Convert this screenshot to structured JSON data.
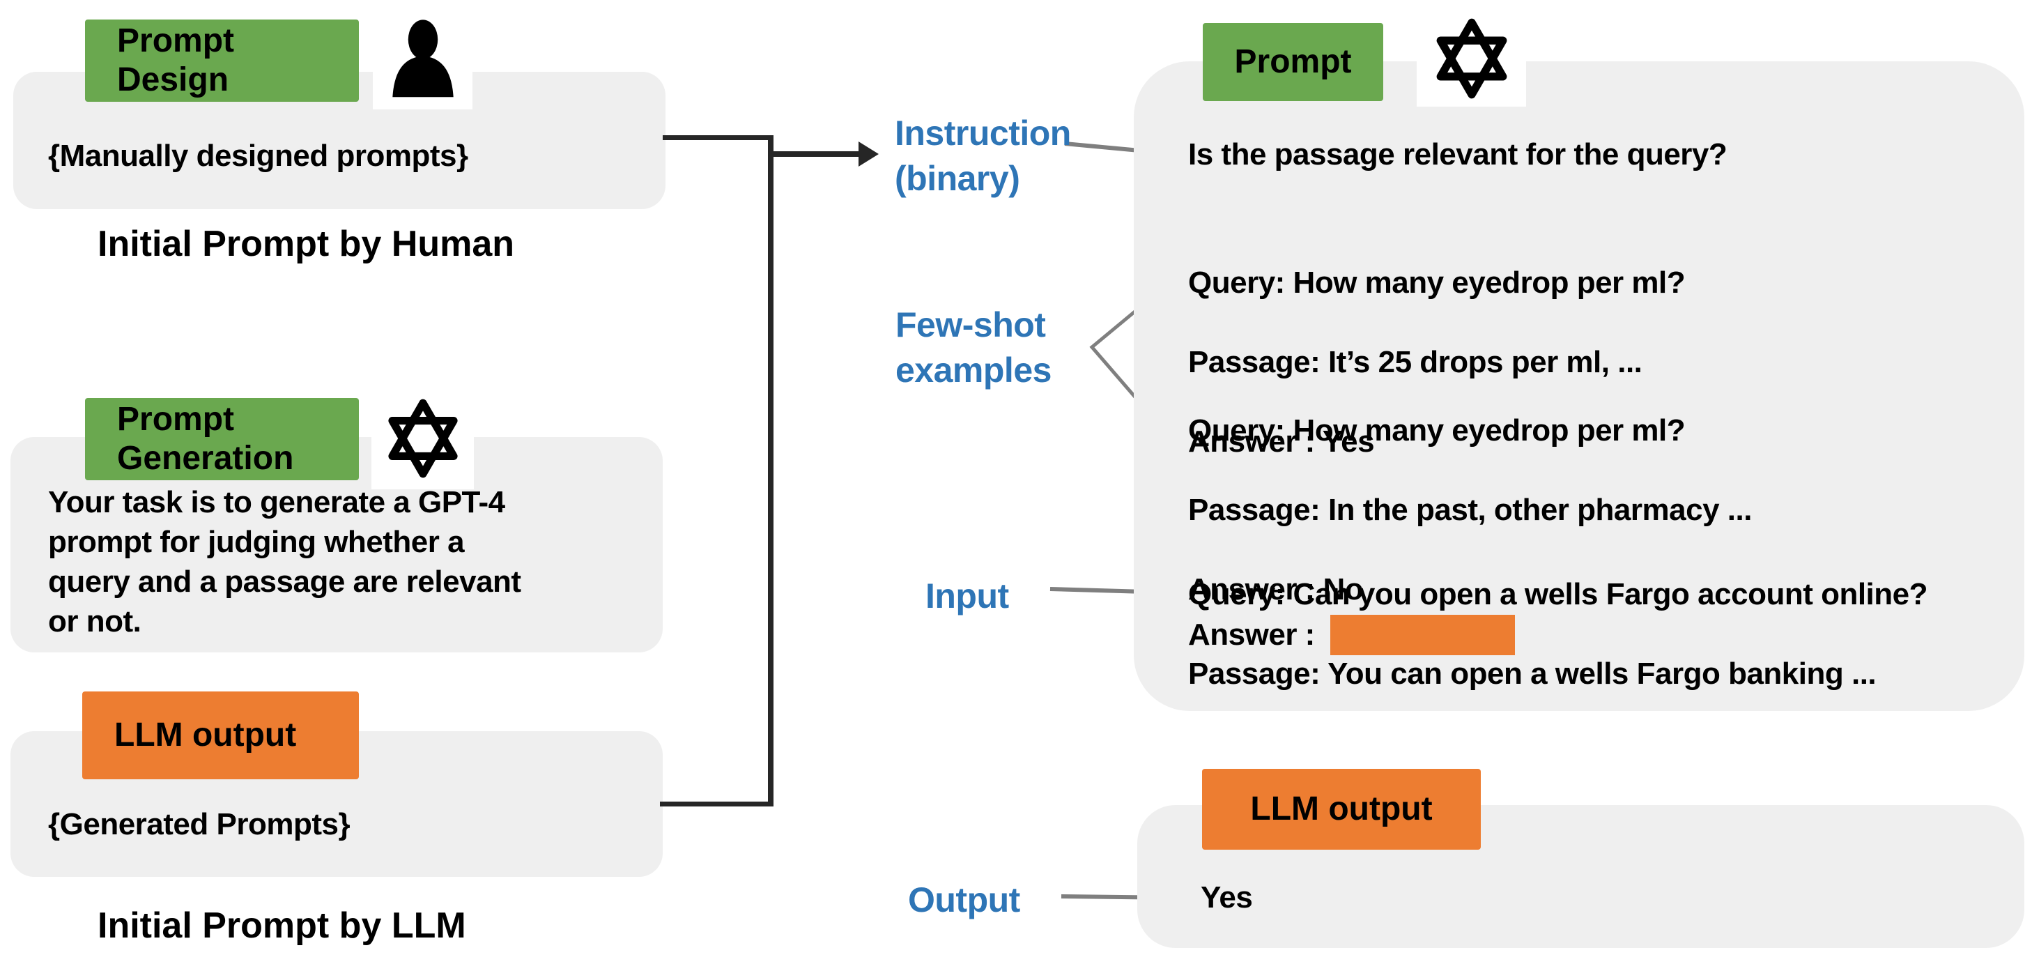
{
  "colors": {
    "green": "#6AA84F",
    "orange": "#ED7D31",
    "blue_label": "#2E75B6",
    "panel_gray": "#EFEFEF",
    "connector_black": "#262626",
    "connector_gray": "#7F7F7F"
  },
  "left_column": {
    "human": {
      "tag": "Prompt\nDesign",
      "body": "{Manually designed prompts}",
      "caption": "Initial Prompt by Human"
    },
    "generation": {
      "tag": "Prompt\nGeneration",
      "body": "Your task is to generate a GPT-4\nprompt for judging whether a\nquery and a passage are relevant\nor not."
    },
    "llm": {
      "tag": "LLM output",
      "body": "{Generated Prompts}",
      "caption": "Initial Prompt by LLM"
    }
  },
  "annotations": {
    "instruction": "Instruction\n(binary)",
    "few_shot": "Few-shot\nexamples",
    "input": "Input",
    "output": "Output"
  },
  "prompt_panel": {
    "tag": "Prompt",
    "instruction": "Is the passage relevant for the query?",
    "examples": [
      {
        "query": "Query: How many eyedrop per ml?",
        "passage": "Passage: It’s 25 drops per ml, ...",
        "answer": "Answer : Yes"
      },
      {
        "query": "Query: How many eyedrop per ml?",
        "passage": "Passage: In the past, other pharmacy ...",
        "answer": "Answer : No"
      }
    ],
    "input_example": {
      "query": "Query: Can you open a wells Fargo account online?",
      "passage": "Passage: You can open a wells Fargo banking ...",
      "answer_prefix": "Answer :"
    }
  },
  "output_panel": {
    "tag": "LLM output",
    "value": "Yes"
  },
  "icons": {
    "person": "person-icon",
    "openai": "openai-logo-icon"
  }
}
